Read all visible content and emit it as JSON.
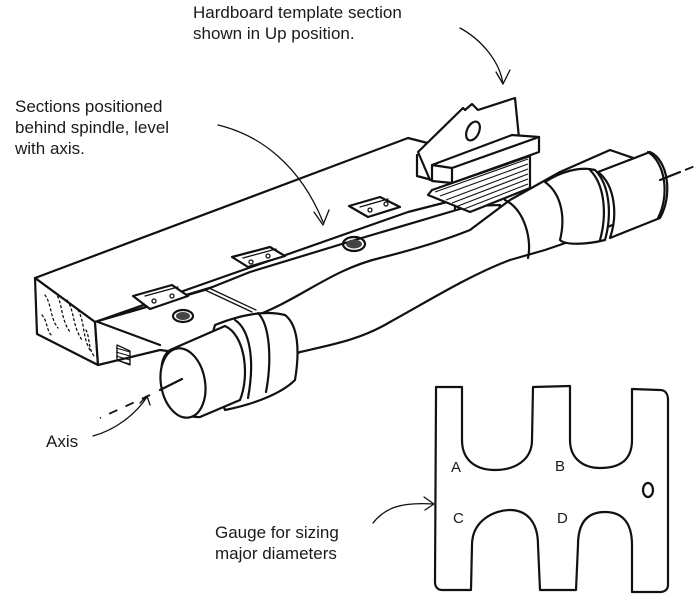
{
  "figure": {
    "description": "Hand-drawn woodworking illustration of a hinged hardboard template jig for turning a spindle, plus a gauge for sizing major diameters",
    "ink_color": "#111111",
    "background_color": "#ffffff"
  },
  "labels": {
    "template_section": {
      "line1": "Hardboard template section",
      "line2": "shown in Up position."
    },
    "sections_positioned": {
      "line1": "Sections positioned",
      "line2": "behind spindle, level",
      "line3": "with axis."
    },
    "axis": {
      "text": "Axis"
    },
    "gauge": {
      "line1": "Gauge for sizing",
      "line2": "major diameters"
    }
  },
  "gauge": {
    "letters": [
      "A",
      "B",
      "C",
      "D"
    ],
    "hole_label": "O"
  },
  "components": [
    "base-block",
    "hinged-template-sections",
    "hinges",
    "spindle",
    "axis-line",
    "sizing-gauge"
  ]
}
